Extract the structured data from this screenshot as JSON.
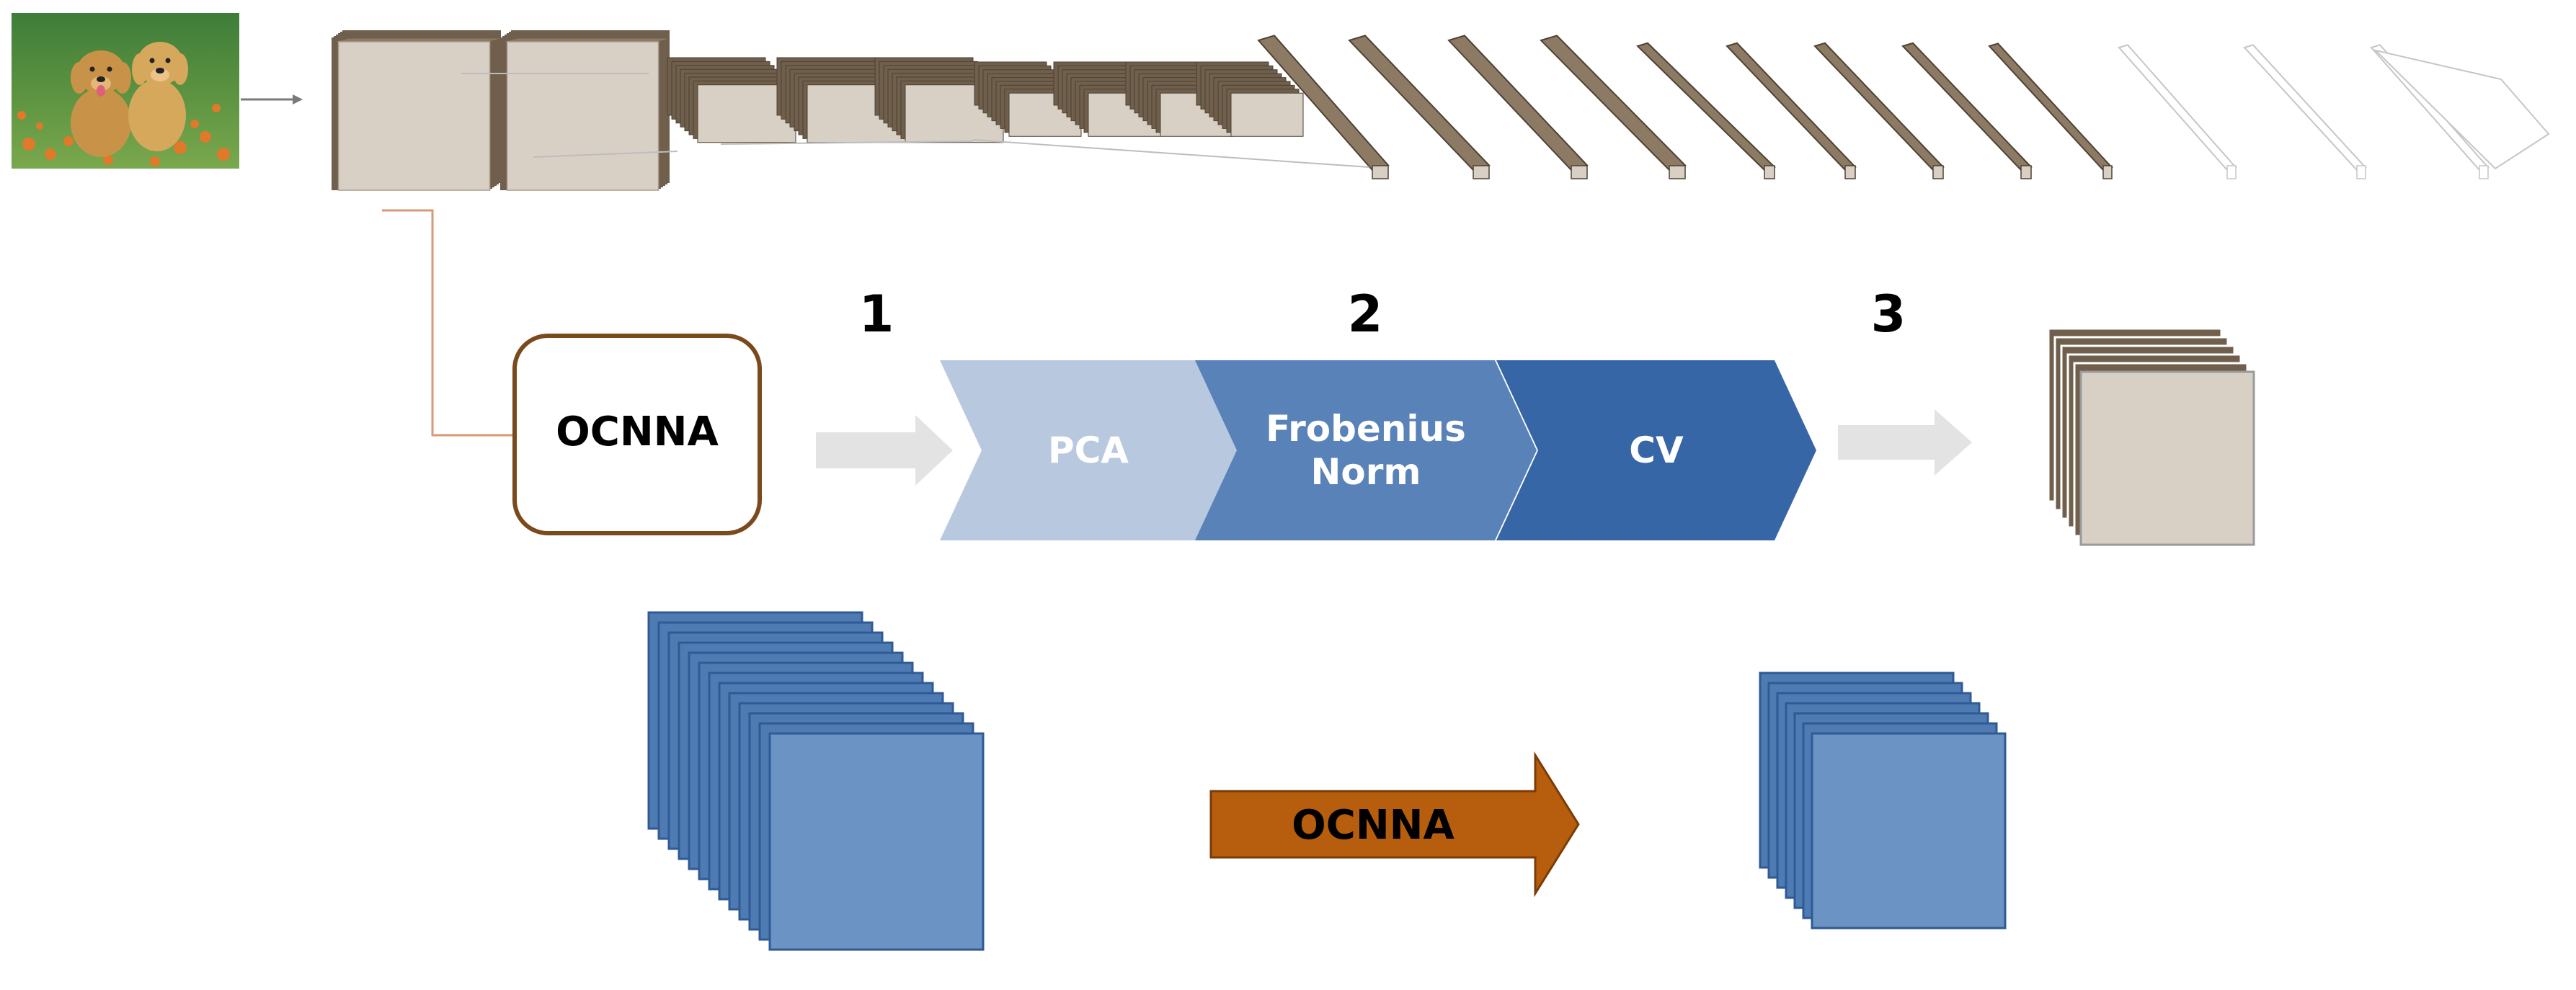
{
  "steps": [
    {
      "number": "1"
    },
    {
      "number": "2"
    },
    {
      "number": "3"
    }
  ],
  "method_box": {
    "label": "OCNNA"
  },
  "pipeline": [
    {
      "label_lines": [
        "PCA"
      ],
      "color": "#b8c9df"
    },
    {
      "label_lines": [
        "Frobenius",
        "Norm"
      ],
      "color": "#5882b8"
    },
    {
      "label_lines": [
        "CV"
      ],
      "color": "#3766a7"
    }
  ],
  "big_arrow": {
    "label": "OCNNA",
    "color": "#b65d0e"
  },
  "colors": {
    "layer_face": "#d8d0c5",
    "layer_edge": "#6f5f4c",
    "layer_top": "#8c7a64",
    "blue_face": "#6b93c4",
    "blue_edge": "#2f5a95",
    "box_border": "#7a4a1d",
    "connector": "#d59a7a",
    "gray_arrow": "#e3e3e3"
  },
  "icons": {
    "input_photo": "puppies-photo-icon"
  }
}
